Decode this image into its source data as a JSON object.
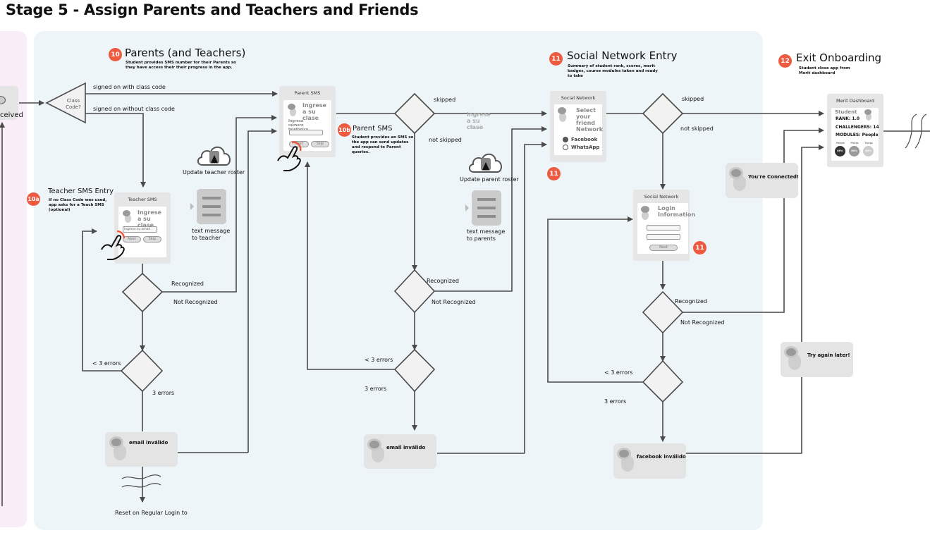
{
  "page": {
    "title": "Stage 5 - Assign Parents and Teachers and Friends",
    "prev_lane_fragment": "ceived"
  },
  "colors": {
    "badge": "#ee5a3f",
    "main_lane": "#eef5f8",
    "prev_lane": "#f9eef7",
    "line": "#4a4a4a",
    "decision_fill": "#f2f2f2"
  },
  "sections": {
    "parents": {
      "badge": "10",
      "title": "Parents (and Teachers)",
      "subtitle": "Student provides SMS number for their Parents so they have access their their progress in the app."
    },
    "teacher_sms": {
      "badge": "10a",
      "title": "Teacher SMS Entry",
      "subtitle": "If no Class Code was used, app asks for a Teach SMS (optional)"
    },
    "parent_sms": {
      "badge": "10b",
      "title": "Parent SMS",
      "subtitle": "Student provides an SMS so the app can send updates and respond to Parent queries."
    },
    "social": {
      "badge": "11",
      "title": "Social Network Entry",
      "subtitle": "Summary of student rank, scores, merit badges, course modules taken and ready to take"
    },
    "exit": {
      "badge": "12",
      "title": "Exit Onboarding",
      "subtitle": "Student close app from Merit dashboard"
    }
  },
  "extra_badges": [
    "11",
    "11"
  ],
  "class_code": {
    "label": "Class Code?",
    "with_code": "signed on with class code",
    "without_code": "signed on without class code"
  },
  "teacher_screen": {
    "title": "Teacher SMS",
    "heading": "Ingrese a su clase",
    "input_placeholder": "ingrese su email",
    "next": "Next",
    "skip": "Skip"
  },
  "parent_screen": {
    "title": "Parent SMS",
    "heading": "Ingrese a su clase",
    "field_label": "Ingresa número telefónico",
    "next": "Next",
    "skip": "Skip"
  },
  "social_screen": {
    "title": "Social Network",
    "heading": "Select your friend Network",
    "options": [
      {
        "label": "Facebook",
        "selected": true
      },
      {
        "label": "WhatsApp",
        "selected": false
      }
    ]
  },
  "login_screen": {
    "title": "Social Network",
    "heading": "Login Information",
    "next": "Next"
  },
  "dashboard": {
    "title": "Merit Dashboard",
    "role": "Student",
    "rank": "RANK: 1.0",
    "challengers": "CHALLENGERS: 14",
    "modules": "MODULES: People",
    "circles": [
      {
        "label": "People",
        "value": "80%",
        "color": "#333333"
      },
      {
        "label": "Places",
        "value": "80%",
        "color": "#999999"
      },
      {
        "label": "Things",
        "value": "80%",
        "color": "#cccccc"
      }
    ]
  },
  "icons": {
    "cloud_teacher": "Update teacher roster",
    "cloud_parent": "Update parent roster",
    "msg_teacher": "text message to teacher",
    "msg_parent": "text message to parents"
  },
  "labels": {
    "recognized": "Recognized",
    "not_recognized": "Not Recognized",
    "lt3": "< 3 errors",
    "eq3": "3 errors",
    "skipped": "skipped",
    "not_skipped": "not skipped",
    "ghost_text": "Ingrese a su clase",
    "reset": "Reset on Regular Login to"
  },
  "toasts": {
    "email_invalid_1": "email inválido",
    "email_invalid_2": "email inválido",
    "facebook_invalid": "facebook inválido",
    "connected": "You're Connected!",
    "try_again": "Try again later!"
  }
}
